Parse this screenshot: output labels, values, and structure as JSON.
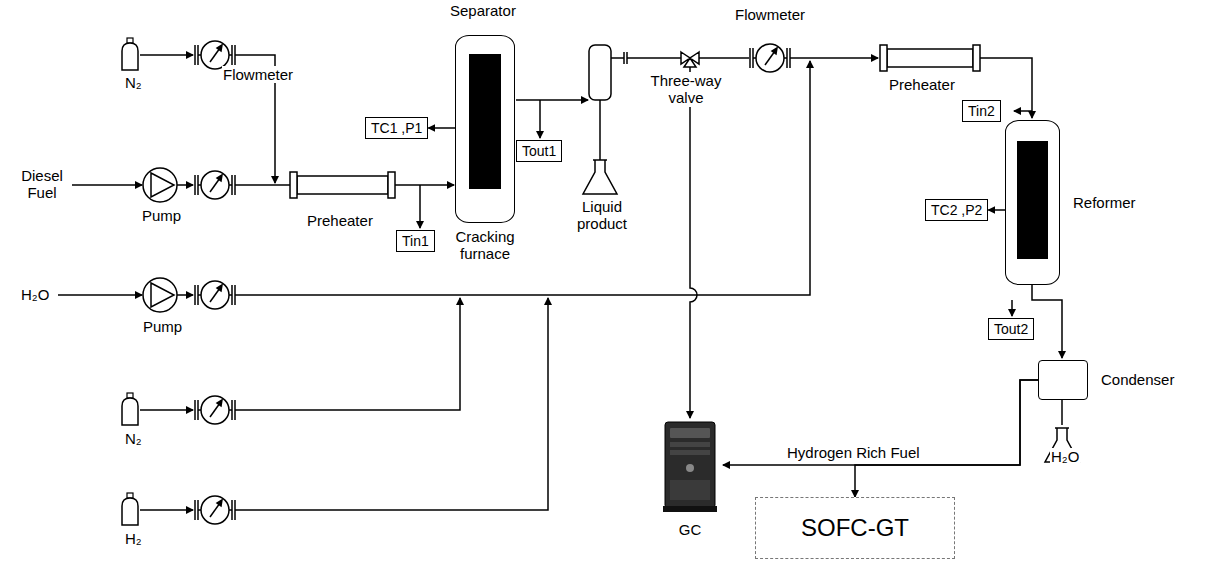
{
  "diagram": {
    "nodes": [
      {
        "text": [
          "Cracking furnace"
        ]
      },
      {
        "text": [
          "TC1 ,P1"
        ]
      },
      {
        "text": [
          "Tin1"
        ]
      },
      {
        "text": [
          "Tout1"
        ]
      },
      {
        "text": [
          "Reformer"
        ]
      },
      {
        "text": [
          "Tin2"
        ]
      },
      {
        "text": [
          "TC2 ,P2"
        ]
      },
      {
        "text": [
          "Tout2"
        ]
      },
      {
        "text": [
          "Condenser"
        ]
      },
      {
        "text": [
          "GC"
        ]
      },
      {
        "text": [
          "SOFC-GT"
        ]
      }
    ],
    "edges": [
      {
        "from": 0,
        "to": 1,
        "arrow": "to"
      },
      {
        "from": 4,
        "to": 6,
        "arrow": "to"
      },
      {
        "from": 8,
        "to": 9,
        "label": "Hydrogen Rich Fuel",
        "arrow": "to"
      },
      {
        "from": 8,
        "to": 10,
        "arrow": "to"
      }
    ],
    "labels": [
      "N₂",
      "Flowmeter",
      "Diesel Fuel",
      "Pump",
      "Preheater",
      "Separator",
      "Liquid product",
      "Three-way valve",
      "Flowmeter",
      "Preheater",
      "H₂O",
      "Pump",
      "N₂",
      "H₂",
      "H₂O"
    ]
  }
}
